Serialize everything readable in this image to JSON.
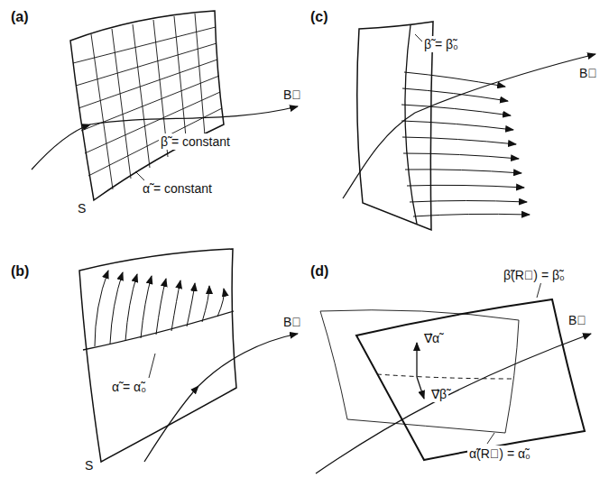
{
  "diagram": {
    "labels": [
      "(a)",
      "B⃗",
      "β̃ = constant",
      "α̃ = constant",
      "S",
      "(b)",
      "B⃗",
      "α̃ = α̃₀",
      "S",
      "(c)",
      "β̃ = β̃₀",
      "B⃗",
      "(d)",
      "β̃(R⃗) = β̃₀",
      "α̃(R⃗) = α̃₀",
      "∇⃗α̃",
      "∇⃗β̃",
      "B⃗"
    ]
  }
}
